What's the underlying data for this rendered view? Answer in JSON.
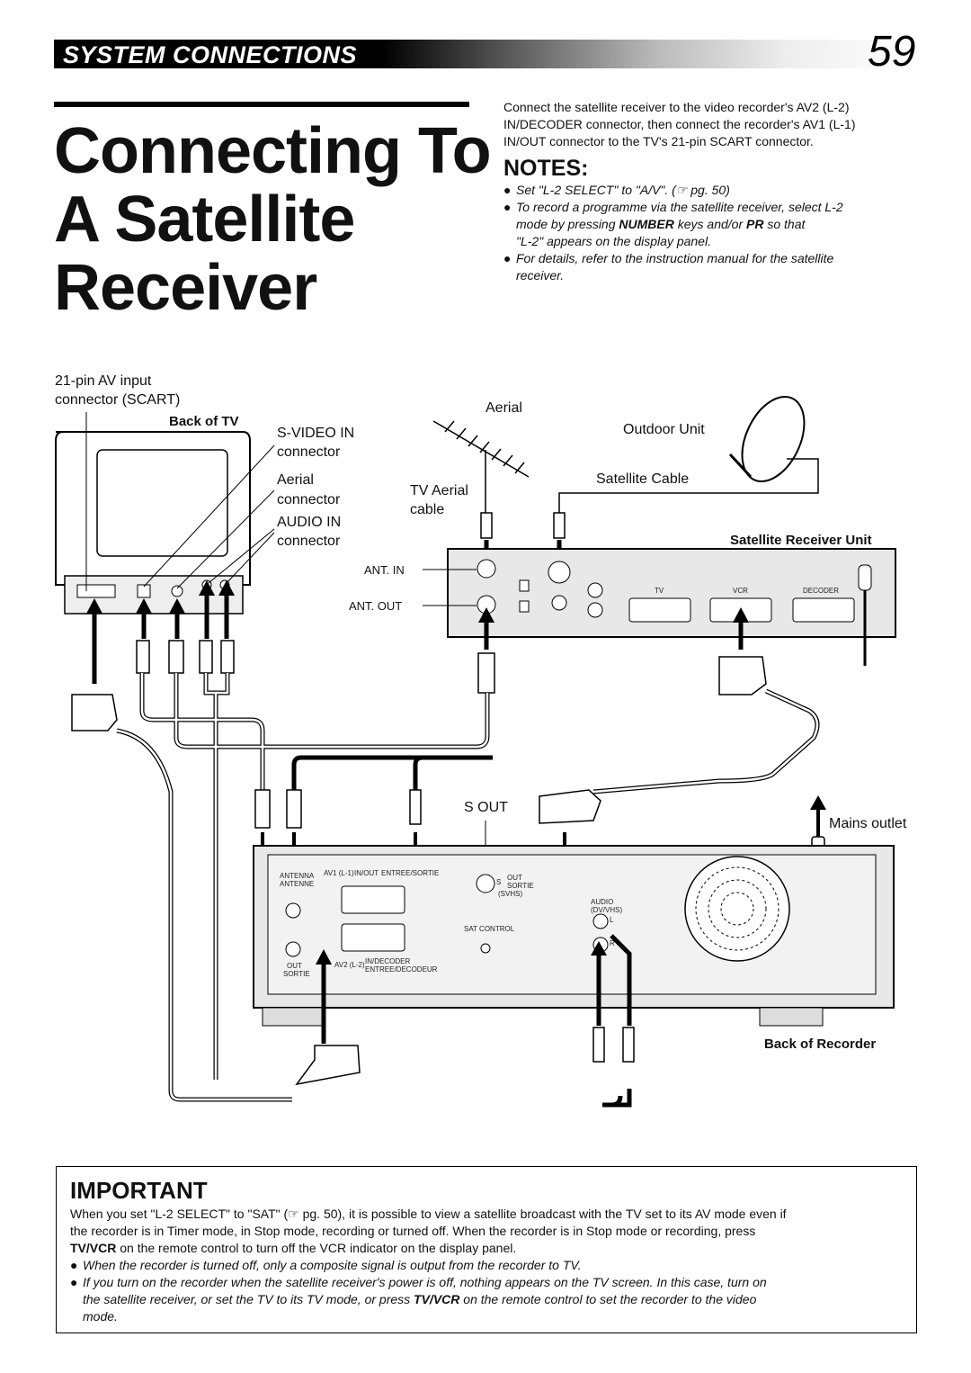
{
  "header": {
    "section_title": "SYSTEM CONNECTIONS",
    "page_number": "59"
  },
  "title": {
    "line1": "Connecting To",
    "line2": "A Satellite",
    "line3": "Receiver"
  },
  "intro": {
    "line1": "Connect the satellite receiver to the video recorder's AV2 (L-2)",
    "line2": "IN/DECODER connector, then connect the recorder's AV1 (L-1)",
    "line3": "IN/OUT connector to the TV's 21-pin SCART connector."
  },
  "notes": {
    "heading": "NOTES:",
    "bullet": "●",
    "n1": "Set \"L-2 SELECT\" to \"A/V\". (☞ pg. 50)",
    "n2_a": "To record a programme via the satellite receiver, select L-2",
    "n2_b_pre": "mode by pressing ",
    "n2_b_kw1": "NUMBER",
    "n2_b_mid": " keys and/or ",
    "n2_b_kw2": "PR",
    "n2_b_post": " so that",
    "n2_c": "\"L-2\" appears on the display panel.",
    "n3_a": "For details, refer to the instruction manual for the satellite",
    "n3_b": "receiver."
  },
  "diagram": {
    "scart_label_1": "21-pin AV input",
    "scart_label_2": "connector (SCART)",
    "back_of_tv": "Back of TV",
    "svideo_1": "S-VIDEO IN",
    "svideo_2": "connector",
    "aerial_conn_1": "Aerial",
    "aerial_conn_2": "connector",
    "audio_1": "AUDIO IN",
    "audio_2": "connector",
    "aerial": "Aerial",
    "tv_aerial_1": "TV Aerial",
    "tv_aerial_2": "cable",
    "outdoor_unit": "Outdoor Unit",
    "satellite_cable": "Satellite Cable",
    "satellite_receiver_unit": "Satellite Receiver Unit",
    "ant_in": "ANT. IN",
    "ant_out": "ANT. OUT",
    "rx_tv": "TV",
    "rx_vcr": "VCR",
    "rx_decoder": "DECODER",
    "s_out": "S OUT",
    "mains_outlet": "Mains outlet",
    "back_of_recorder": "Back of Recorder",
    "rec_antenna": "ANTENNA",
    "rec_antenne": "ANTENNE",
    "rec_av1": "AV1 (L-1)",
    "rec_inout": "IN/OUT",
    "rec_entree_sortie": "ENTREE/SORTIE",
    "rec_s": "S",
    "rec_out": "OUT",
    "rec_sortie": "SORTIE",
    "rec_svhs": "(SVHS)",
    "rec_audio": "AUDIO",
    "rec_dvvhs": "(DV/VHS)",
    "rec_satcontrol": "SAT CONTROL",
    "rec_av2": "AV2 (L-2)",
    "rec_indecoder": "IN/DECODER",
    "rec_entree_decodeur": "ENTREE/DECODEUR",
    "rec_out2": "OUT",
    "rec_sortie2": "SORTIE",
    "rec_l": "L",
    "rec_r": "R"
  },
  "important": {
    "heading": "IMPORTANT",
    "p1_a": "When you set \"L-2 SELECT\" to \"SAT\" (☞ pg. 50), it is possible to view a satellite broadcast with the TV set to its AV mode even if",
    "p1_b": "the recorder is in Timer mode, in Stop mode, recording or turned off. When the recorder is in Stop mode or recording, press",
    "p1_c_kw": "TV/VCR",
    "p1_c_post": " on the remote control to turn off the VCR indicator on the display panel.",
    "bullet": "●",
    "b1": "When the recorder is turned off, only a composite signal is output from the recorder to TV.",
    "b2_a": "If you turn on the recorder when the satellite receiver's power is off, nothing appears on the TV screen. In this case, turn on",
    "b2_b_pre": "the satellite receiver, or set the TV to its TV mode, or press ",
    "b2_b_kw": "TV/VCR",
    "b2_b_post": " on the remote control to set the recorder to the video",
    "b2_c": "mode."
  }
}
